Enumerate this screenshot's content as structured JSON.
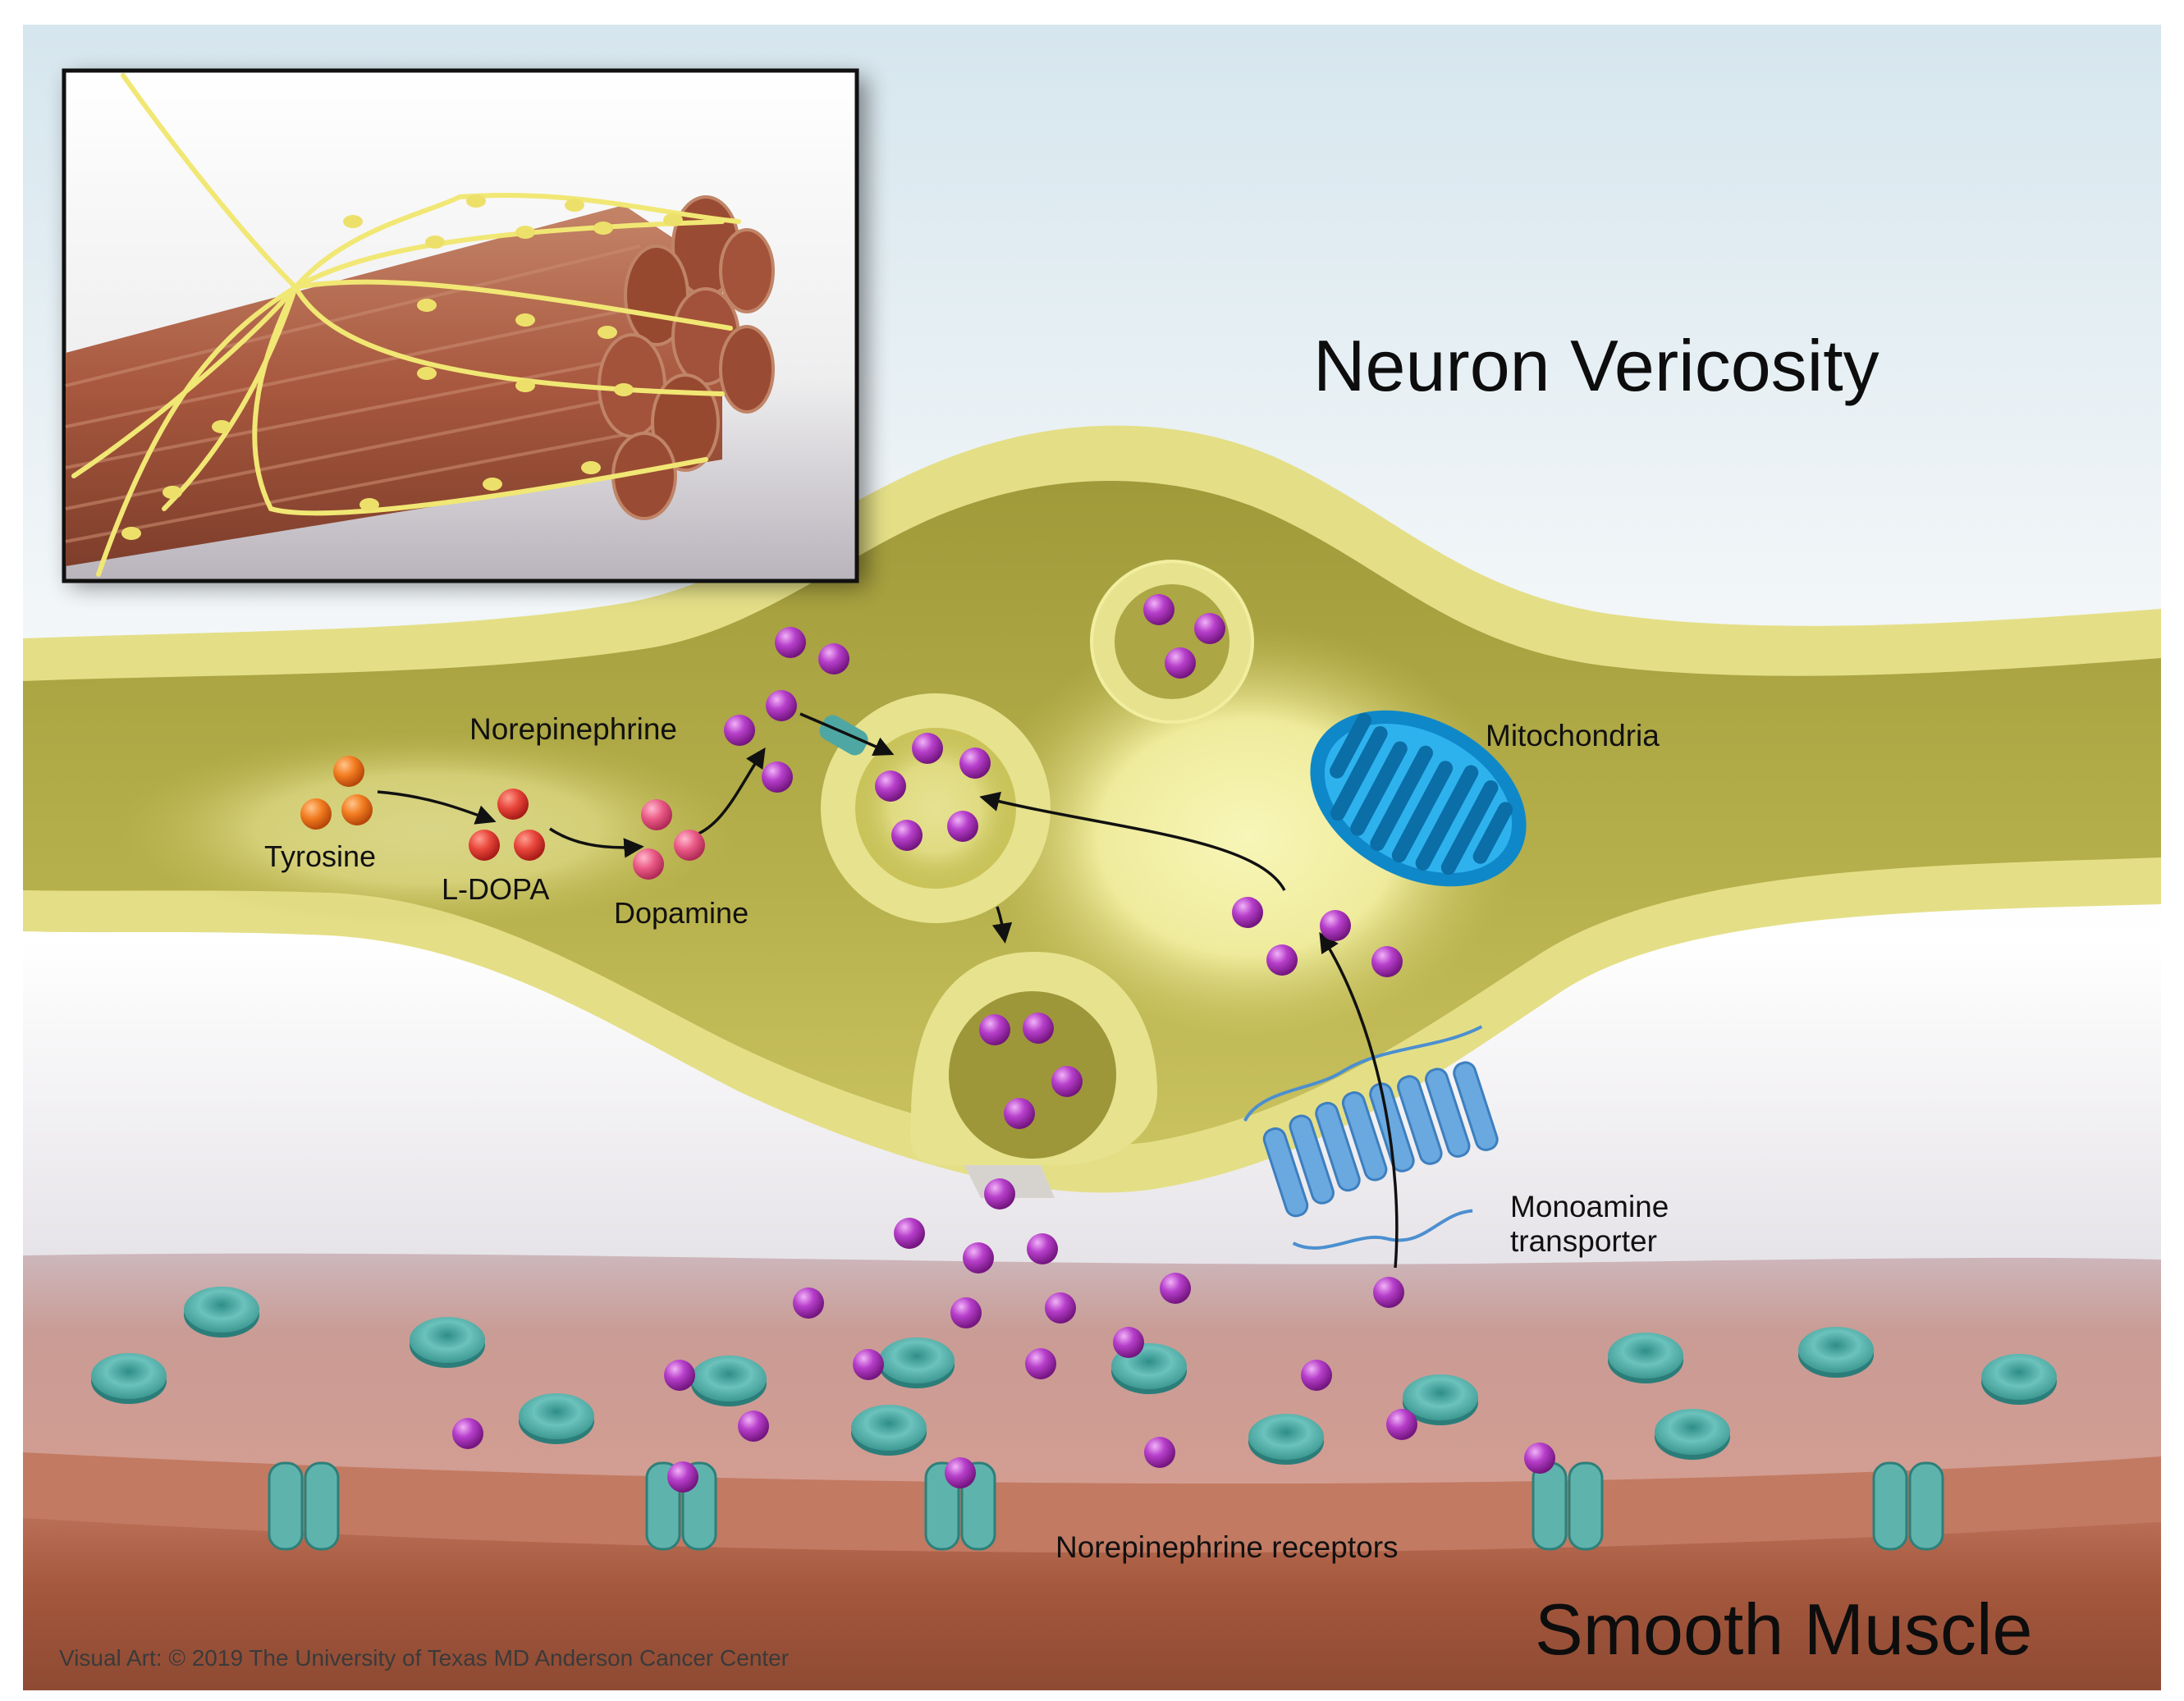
{
  "titles": {
    "neuron": "Neuron Vericosity",
    "muscle": "Smooth Muscle"
  },
  "labels": {
    "norepinephrine": "Norepinephrine",
    "tyrosine": "Tyrosine",
    "ldopa": "L-DOPA",
    "dopamine": "Dopamine",
    "mitochondria": "Mitochondria",
    "transporter_line1": "Monoamine",
    "transporter_line2": "transporter",
    "receptors": "Norepinephrine receptors"
  },
  "credit": "Visual Art: © 2019 The University of Texas MD Anderson Cancer Center",
  "colors": {
    "neuron_membrane": "#e3df86",
    "neuron_cytoplasm": "#a8a23e",
    "neuron_inner_glow": "#f3f0a2",
    "muscle_top": "#c89c94",
    "muscle_mid": "#d8a396",
    "muscle_bottom": "#9e5238",
    "norepinephrine": "#b33dc6",
    "tyrosine": "#f07a1e",
    "ldopa": "#e8463a",
    "dopamine": "#ea5a86",
    "receptor": "#5fb3ad",
    "transporter": "#6aa8e0",
    "mitochondria": "#1aa5e6",
    "nerve_fiber": "#f1e774",
    "muscle_fiber": "#a7573f"
  },
  "icons": [
    "neuron-varicosity",
    "synaptic-vesicle",
    "mitochondrion",
    "monoamine-transporter",
    "norepinephrine-receptor",
    "muscle-fiber-bundle"
  ]
}
